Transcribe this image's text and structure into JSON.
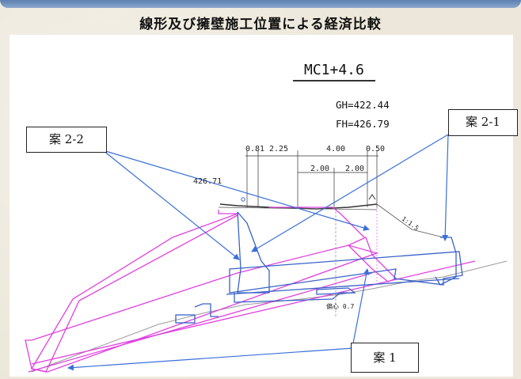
{
  "title": "線形及び擁壁施工位置による経済比較",
  "station": "MC1+4.6",
  "gh": "GH=422.44",
  "fh": "FH=426.79",
  "callouts": {
    "plan_2_2": "案 2-2",
    "plan_2_1": "案 2-1",
    "plan_1": "案 1"
  },
  "dimensions": {
    "d1": "0.81",
    "d2": "2.25",
    "d3": "4.00",
    "d4": "0.50",
    "d5": "2.00",
    "d6": "2.00",
    "elev": "426.71",
    "slope": "1:1.5",
    "center": "偏心 0.7"
  },
  "colors": {
    "magenta": "#e040e0",
    "blue": "#3a62c8",
    "arrow": "#3a70d8",
    "line": "#333333"
  }
}
